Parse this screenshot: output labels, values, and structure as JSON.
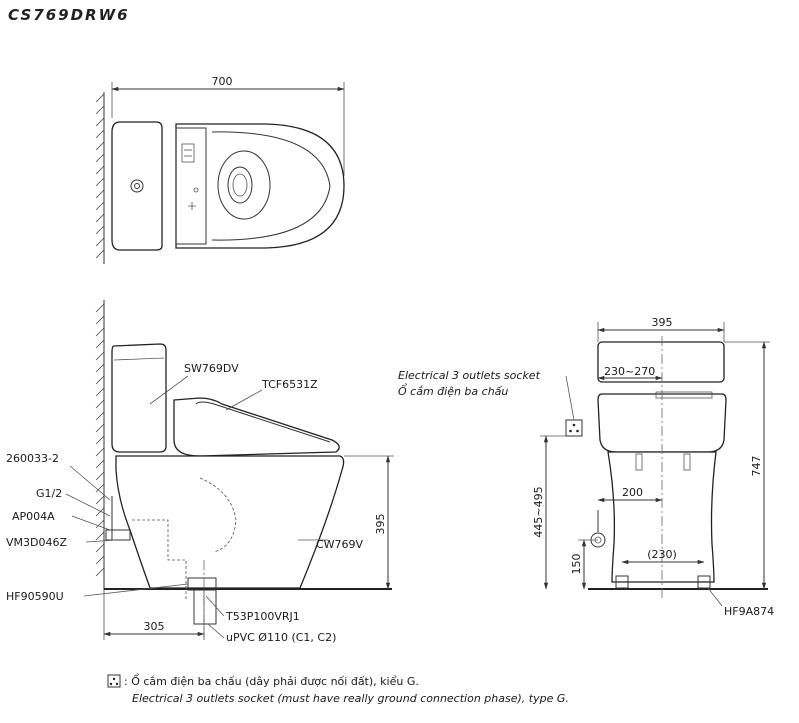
{
  "title": "CS769DRW6",
  "top_view": {
    "width_dim": "700"
  },
  "side_view": {
    "labels": {
      "tank": "SW769DV",
      "seat": "TCF6531Z",
      "bowl": "CW769V",
      "part_260033": "260033-2",
      "g12": "G1/2",
      "ap004a": "AP004A",
      "vm3d": "VM3D046Z",
      "hf90590u": "HF90590U",
      "t53p": "T53P100VRJ1",
      "upvc": "uPVC Ø110 (C1, C2)"
    },
    "dims": {
      "height": "395",
      "rough_in": "305"
    }
  },
  "front_view": {
    "dims": {
      "width": "395",
      "seat_range": "230~270",
      "total_height": "747",
      "socket_height": "445~495",
      "supply_offset": "200",
      "supply_height": "150",
      "foot_span": "(230)"
    },
    "socket_label_en": "Electrical 3 outlets socket",
    "socket_label_vi": "Ổ cắm điện ba chấu",
    "foot_part": "HF9A874"
  },
  "legend": {
    "line1": ": Ổ cắm điện ba chấu (dây phải được nối đất), kiểu G.",
    "line2": "Electrical 3 outlets socket (must have really ground connection phase), type G."
  }
}
